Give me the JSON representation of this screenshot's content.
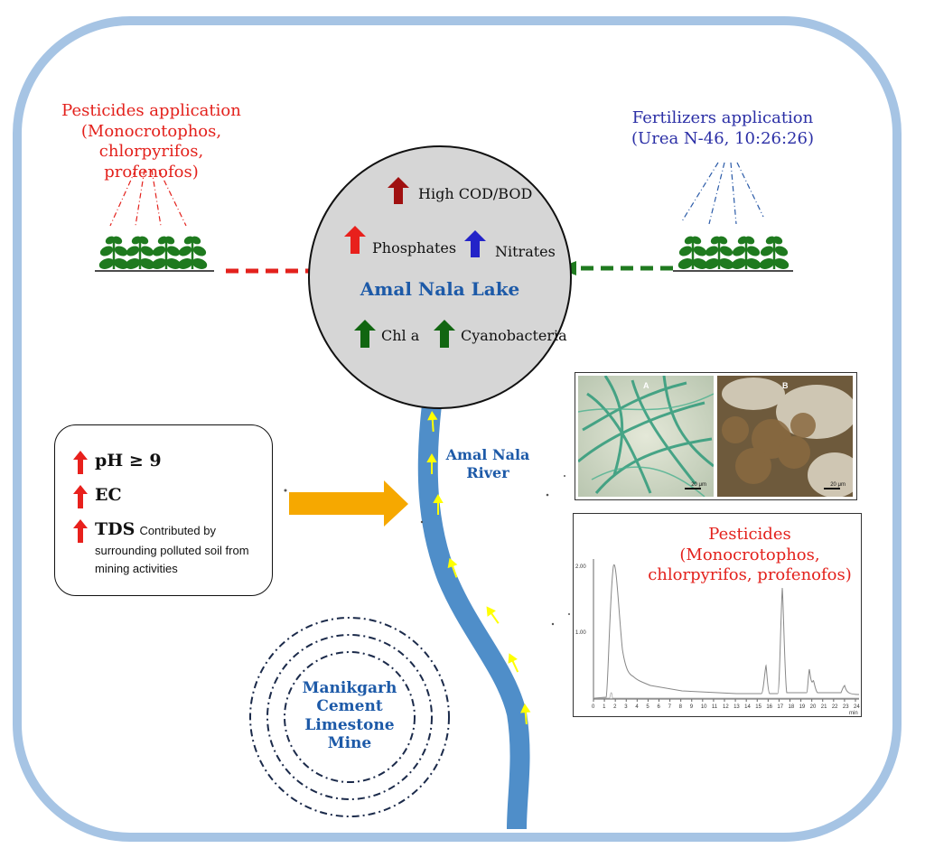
{
  "pesticides_application": {
    "title": "Pesticides application",
    "detail": "(Monocrotophos, chlorpyrifos, profenofos)"
  },
  "fertilizers_application": {
    "title": "Fertilizers application",
    "detail": "(Urea N-46, 10:26:26)"
  },
  "lake": {
    "name": "Amal Nala Lake",
    "items": {
      "cod_bod": "High COD/BOD",
      "phosphates": "Phosphates",
      "nitrates": "Nitrates",
      "chl_a": "Chl a",
      "cyanobacteria": "Cyanobacteria"
    }
  },
  "river": {
    "name_line1": "Amal Nala",
    "name_line2": "River"
  },
  "soil_box": {
    "ph": "pH ≥ 9",
    "ec": "EC",
    "tds": "TDS",
    "tds_note": "Contributed by surrounding polluted soil from mining activities"
  },
  "mine": {
    "line1": "Manikgarh",
    "line2": "Cement",
    "line3": "Limestone",
    "line4": "Mine"
  },
  "micrographs": {
    "panel_a": "A",
    "panel_b": "B",
    "scale_a": "20 μm",
    "scale_b": "20 μm"
  },
  "chromatogram": {
    "title": "Pesticides",
    "detail": "(Monocrotophos, chlorpyrifos, profenofos)",
    "y_ticks": [
      "2.00",
      "1.00"
    ],
    "x_ticks": [
      "0",
      "1",
      "2",
      "3",
      "4",
      "5",
      "6",
      "7",
      "8",
      "9",
      "10",
      "11",
      "12",
      "13",
      "14",
      "15",
      "16",
      "17",
      "18",
      "19",
      "20",
      "21",
      "22",
      "23",
      "24"
    ],
    "x_unit": "min"
  },
  "colors": {
    "pesticide_red": "#e3211c",
    "fertilizer_blue": "#2b2fa6",
    "label_navy": "#1d5aa8",
    "frame": "#a6c4e4",
    "river": "#4f8ec9",
    "flow_arrow": "#ffff00",
    "lake_fill": "#d6d6d6",
    "plant_green": "#1f7a1f",
    "up_red": "#e8201c",
    "up_darkred": "#a01010",
    "up_blue": "#2323c8",
    "up_green": "#116611",
    "orange_arrow": "#f6a800"
  },
  "icons": [
    "plant-row-icon",
    "spray-lines-icon",
    "up-arrow-icon",
    "flow-arrow-icon",
    "orange-arrow-icon"
  ]
}
